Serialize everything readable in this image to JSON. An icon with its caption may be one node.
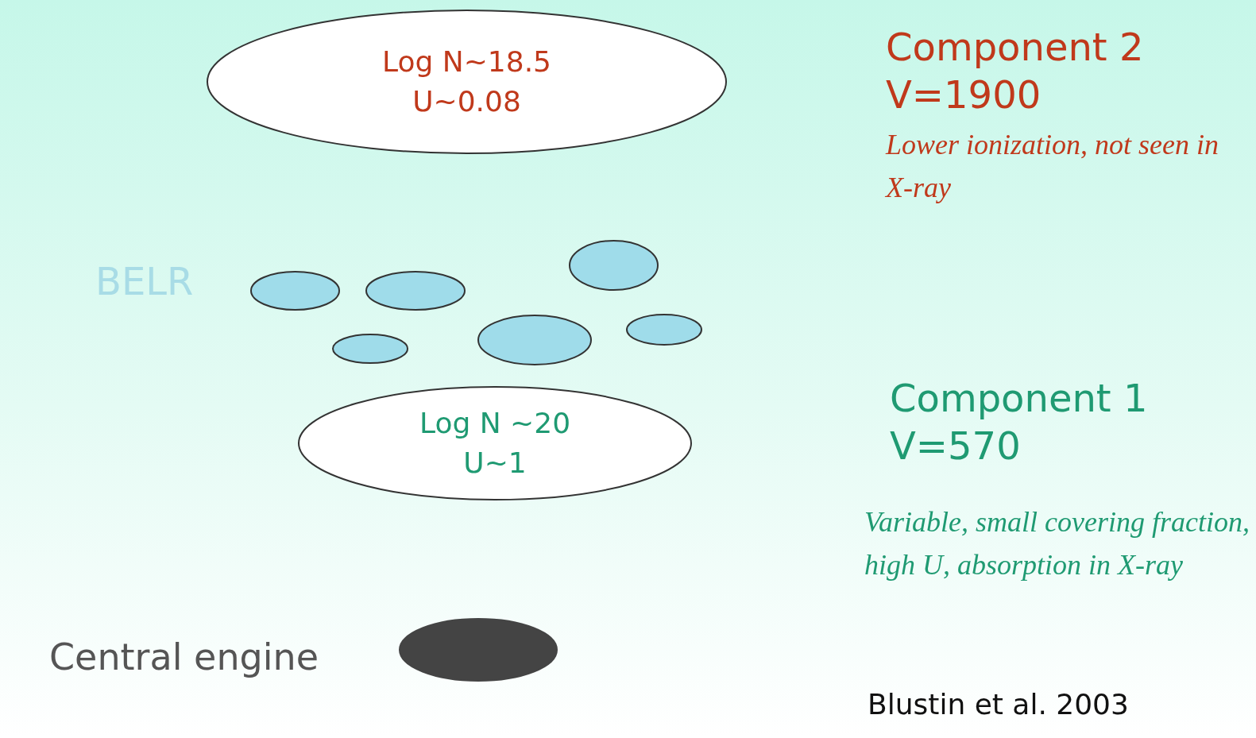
{
  "diagram": {
    "nodes": [
      {
        "text": [
          "Log N~18.5",
          "U~0.08"
        ]
      },
      {
        "text": [],
        "shape": "ellipse"
      },
      {
        "text": [],
        "shape": "ellipse"
      },
      {
        "text": [],
        "shape": "ellipse"
      },
      {
        "text": [],
        "shape": "ellipse"
      },
      {
        "text": [],
        "shape": "ellipse"
      },
      {
        "text": [],
        "shape": "ellipse"
      },
      {
        "text": [
          "Log N ~20",
          "U~1"
        ]
      },
      {
        "text": [],
        "shape": "ellipse",
        "beside": [
          "Central engine"
        ]
      }
    ],
    "labels": [
      "Component 2",
      "V=1900",
      "Lower ionization, not seen in X-ray",
      "BELR",
      "Component 1",
      "V=570",
      "Variable, small covering fraction, high U, absorption in X-ray",
      "Blustin et al. 2003"
    ]
  }
}
